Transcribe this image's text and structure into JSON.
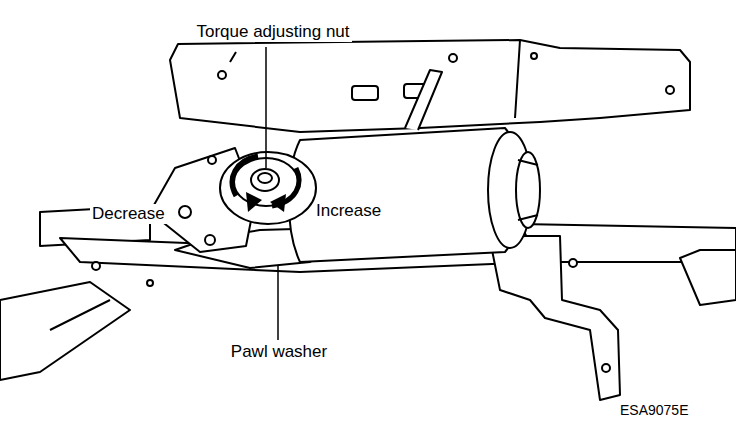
{
  "diagram": {
    "labels": [
      "Torque adjusting nut",
      "Decrease",
      "Increase",
      "Pawl washer",
      "ESA9075E"
    ]
  }
}
